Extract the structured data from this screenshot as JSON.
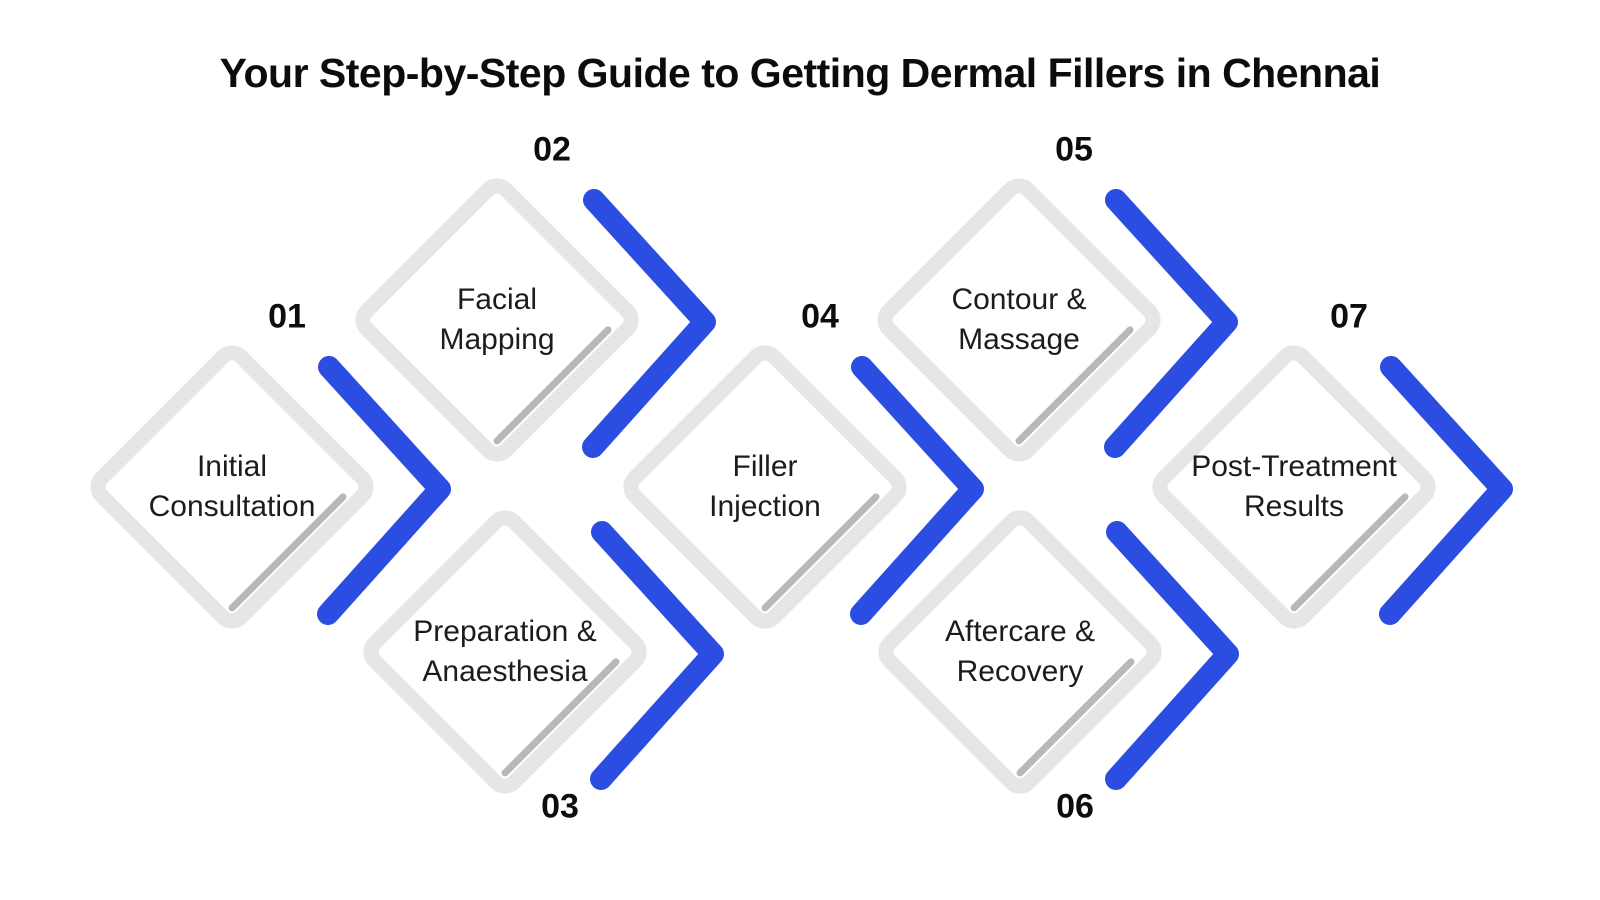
{
  "title": "Your Step-by-Step Guide to Getting Dermal Fillers in Chennai",
  "colors": {
    "accent_blue": "#2b4de2",
    "diamond_border": "#e6e6e8",
    "diamond_shadow": "#b8b8ba",
    "text_dark": "#111111"
  },
  "steps": [
    {
      "number": "01",
      "label": "Initial\nConsultation"
    },
    {
      "number": "02",
      "label": "Facial\nMapping"
    },
    {
      "number": "03",
      "label": "Preparation &\nAnaesthesia"
    },
    {
      "number": "04",
      "label": "Filler\nInjection"
    },
    {
      "number": "05",
      "label": "Contour &\nMassage"
    },
    {
      "number": "06",
      "label": "Aftercare &\nRecovery"
    },
    {
      "number": "07",
      "label": "Post-Treatment\nResults"
    }
  ]
}
